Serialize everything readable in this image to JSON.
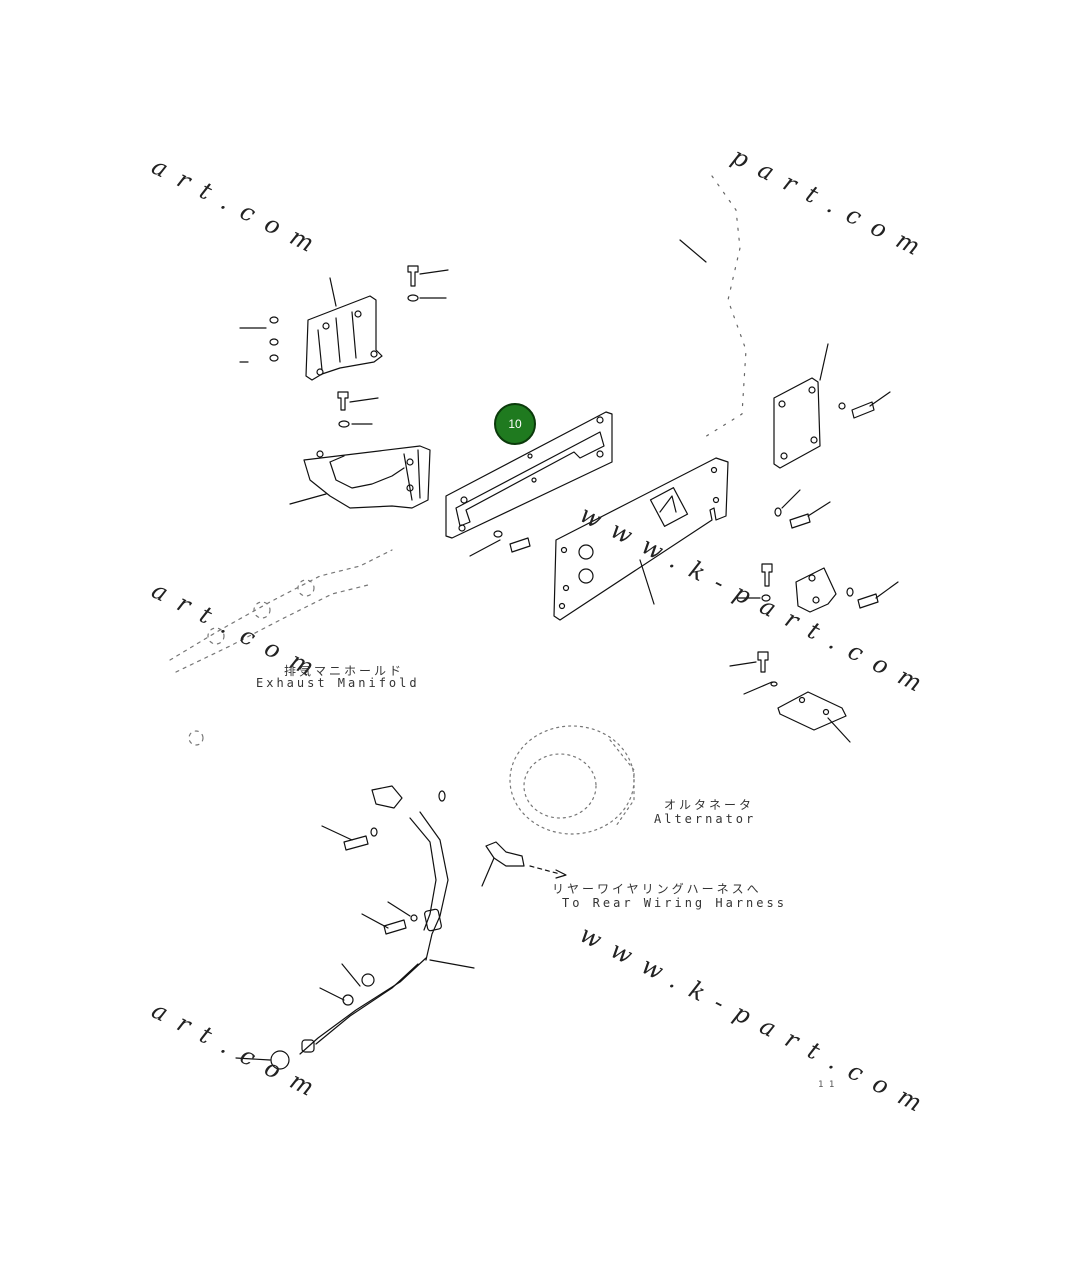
{
  "watermarks": {
    "wm1": "art.com",
    "wm2": "part.com",
    "wm3": "art.com",
    "wm4": "www.k-part.com",
    "wm5": "www.k-part.com",
    "wm6": "art.com"
  },
  "callout": {
    "number": "10",
    "color": "#1f7a1f"
  },
  "captions": {
    "exhaust_jp": "排気マニホールド",
    "exhaust_en": "Exhaust Manifold",
    "alternator_jp": "オルタネータ",
    "alternator_en": "Alternator",
    "harness_jp": "リヤーワイヤリングハーネスへ",
    "harness_en": "To Rear Wiring Harness"
  },
  "page_number": "1 1"
}
